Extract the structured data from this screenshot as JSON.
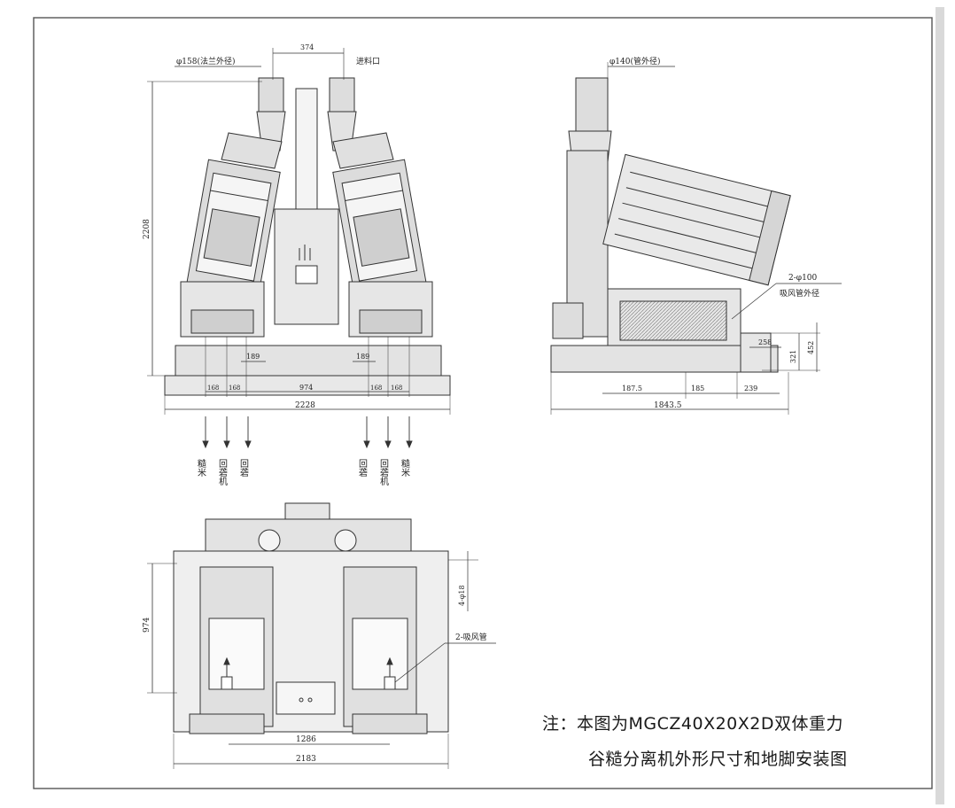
{
  "drawing": {
    "front_view": {
      "pipe_outer_diameter": "φ158(法兰外径)",
      "inlet": "进料口",
      "inlet_spacing": "374",
      "height": "2208",
      "inner_spacing_left": "189",
      "inner_spacing_right": "189",
      "foot_left_a": "168",
      "foot_left_b": "168",
      "foot_right_a": "168",
      "foot_right_b": "168",
      "center_spacing": "974",
      "overall_width": "2228",
      "outlets_left": [
        "糙米",
        "回砻机",
        "回砻"
      ],
      "outlets_right": [
        "回砻",
        "回砻机",
        "糙米"
      ]
    },
    "side_view": {
      "pipe_outer_diameter": "φ140(管外径)",
      "suction_pipe_count": "2-φ100",
      "suction_pipe_label": "吸风管外径",
      "dim_258": "258",
      "dim_321": "321",
      "dim_452": "452",
      "dim_187": "187.5",
      "dim_185": "185",
      "dim_239": "239",
      "overall_length": "1843.5"
    },
    "top_view": {
      "depth": "974",
      "bolt_holes": "4-φ18",
      "suction_pipes": "2-吸风管",
      "inner_width": "1286",
      "overall_width": "2183"
    }
  },
  "note": {
    "line1": "注：本图为MGCZ40X20X2D双体重力",
    "line2": "谷糙分离机外形尺寸和地脚安装图"
  }
}
